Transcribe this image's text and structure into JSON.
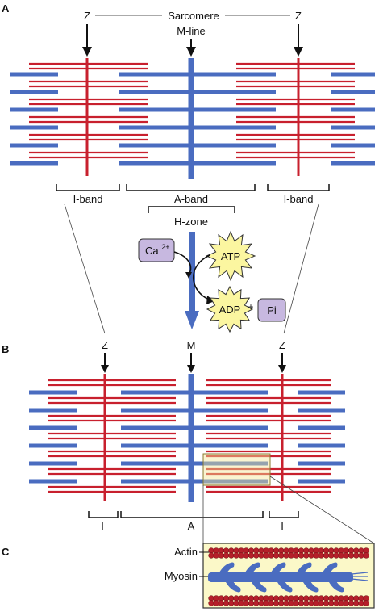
{
  "panel_a": {
    "letter": "A",
    "z_left": "Z",
    "z_right": "Z",
    "sarcomere_label": "Sarcomere",
    "m_line_label": "M-line",
    "i_band_left": "I-band",
    "a_band": "A-band",
    "i_band_right": "I-band",
    "h_zone": "H-zone"
  },
  "reaction": {
    "calcium_base": "Ca",
    "calcium_sup": "2+",
    "atp": "ATP",
    "adp": "ADP",
    "plus": "+",
    "pi": "Pi"
  },
  "panel_b": {
    "letter": "B",
    "z_left": "Z",
    "m_label": "M",
    "z_right": "Z",
    "i_left": "I",
    "a_label": "A",
    "i_right": "I"
  },
  "panel_c": {
    "letter": "C",
    "actin_label": "Actin",
    "myosin_label": "Myosin"
  },
  "colors": {
    "thin_filament": "#c8202e",
    "thick_filament": "#4a6cc0",
    "starburst_fill": "#fbf6a0",
    "calcium_fill": "#c7b8e0",
    "inset_fill": "#fbf8c8"
  }
}
